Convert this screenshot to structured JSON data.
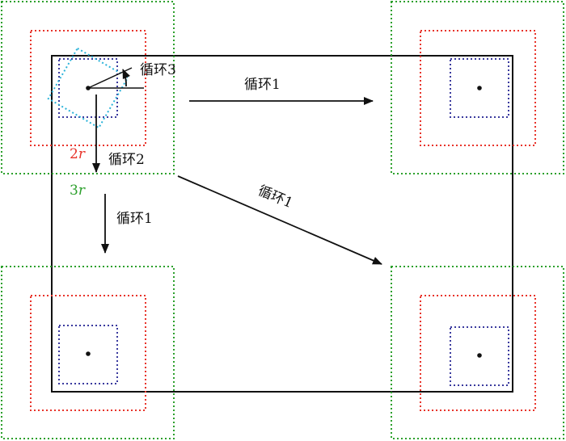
{
  "labels": {
    "loop1_top": "循环1",
    "loop1_diag": "循环1",
    "loop1_left": "循环1",
    "loop2": "循环2",
    "loop3": "循环3"
  },
  "radii": {
    "red_num": "2",
    "red_var": "r",
    "green_num": "3",
    "green_var": "r"
  },
  "colors": {
    "frame": "#111111",
    "green_square": "#2ca02c",
    "red_square": "#e8332a",
    "blue_square": "#3a3a9e",
    "cyan_square": "#2bb3d9",
    "arrow": "#111111"
  }
}
